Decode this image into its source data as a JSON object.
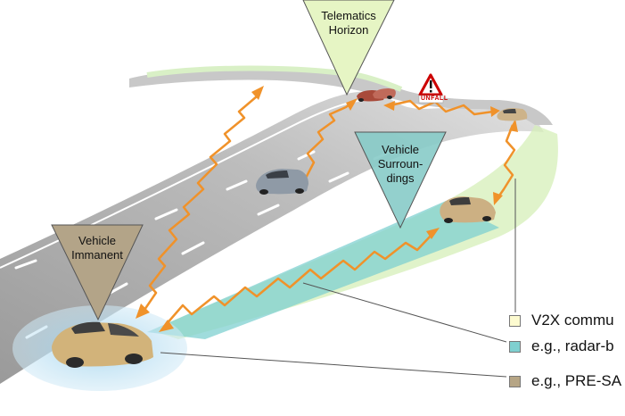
{
  "callouts": {
    "telematics": [
      "Telematics",
      "Horizon"
    ],
    "surroundings": [
      "Vehicle",
      "Surroun-",
      "dings"
    ],
    "immanent": [
      "Vehicle",
      "Immanent"
    ]
  },
  "warning_sign": {
    "icon": "warning-triangle-icon",
    "label": "UNFALL"
  },
  "legend": [
    {
      "label": "V2X commu",
      "color": "#fdfbd0"
    },
    {
      "label": "e.g., radar-b",
      "color": "#7fd0d0"
    },
    {
      "label": "e.g., PRE-SA",
      "color": "#b6a585"
    }
  ],
  "colors": {
    "telematics_triangle": "#e6f5c4",
    "surroundings_triangle": "#87cbc8",
    "immanent_triangle": "#b3a488",
    "v2x_link": "#f0922a"
  }
}
